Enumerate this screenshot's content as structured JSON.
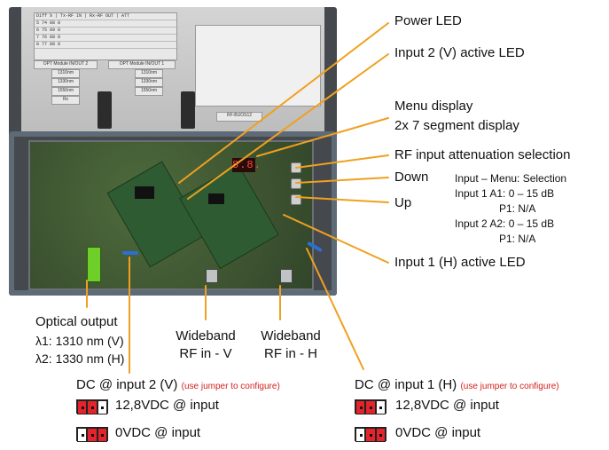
{
  "photo": {
    "lid_table_rows": [
      "Diff % | Tx-RF IN | Rx-RF OUT | ATT",
      "5    74     88     8",
      "6    75     89     8",
      "7    76     88     8",
      "8    77     88     8"
    ],
    "lid_module_left": "OPT Module IN/OUT 2",
    "lid_module_right": "OPT Module IN/OUT 1",
    "lid_wavelengths_left": [
      "1310nm",
      "1330nm",
      "1550nm",
      "Rx"
    ],
    "lid_wavelengths_right": [
      "1310nm",
      "1330nm",
      "1550nm"
    ],
    "lid_model": "RF-BUOS12",
    "display_digits": "8.8."
  },
  "labels": {
    "power_led": "Power LED",
    "input2_led": "Input 2 (V) active LED",
    "menu_display_line1": "Menu display",
    "menu_display_line2": "2x 7 segment display",
    "rf_att": "RF input attenuation selection",
    "down": "Down",
    "up": "Up",
    "input1_led": "Input 1 (H) active LED",
    "optical_output_title": "Optical output",
    "lambda1": "λ1: 1310 nm (V)",
    "lambda2": "λ2: 1330 nm (H)",
    "wideband_v_line1": "Wideband",
    "wideband_v_line2": "RF in - V",
    "wideband_h_line1": "Wideband",
    "wideband_h_line2": "RF in - H"
  },
  "menu_table": {
    "header": "Input – Menu:  Selection",
    "rows": [
      "Input 1  A1: 0 – 15 dB",
      "P1: N/A",
      "Input 2  A2: 0 – 15 dB",
      "P1: N/A"
    ]
  },
  "dc_input2": {
    "title": "DC @ input 2 (V)",
    "note": "(use jumper to configure)",
    "setting1": "12,8VDC @ input",
    "setting2": "0VDC @ input"
  },
  "dc_input1": {
    "title": "DC @ input 1 (H)",
    "note": "(use jumper to configure)",
    "setting1": "12,8VDC @ input",
    "setting2": "0VDC @ input"
  },
  "colors": {
    "leader_line": "#f0a020",
    "jumper_red": "#e4242a",
    "note_red": "#d42020"
  }
}
